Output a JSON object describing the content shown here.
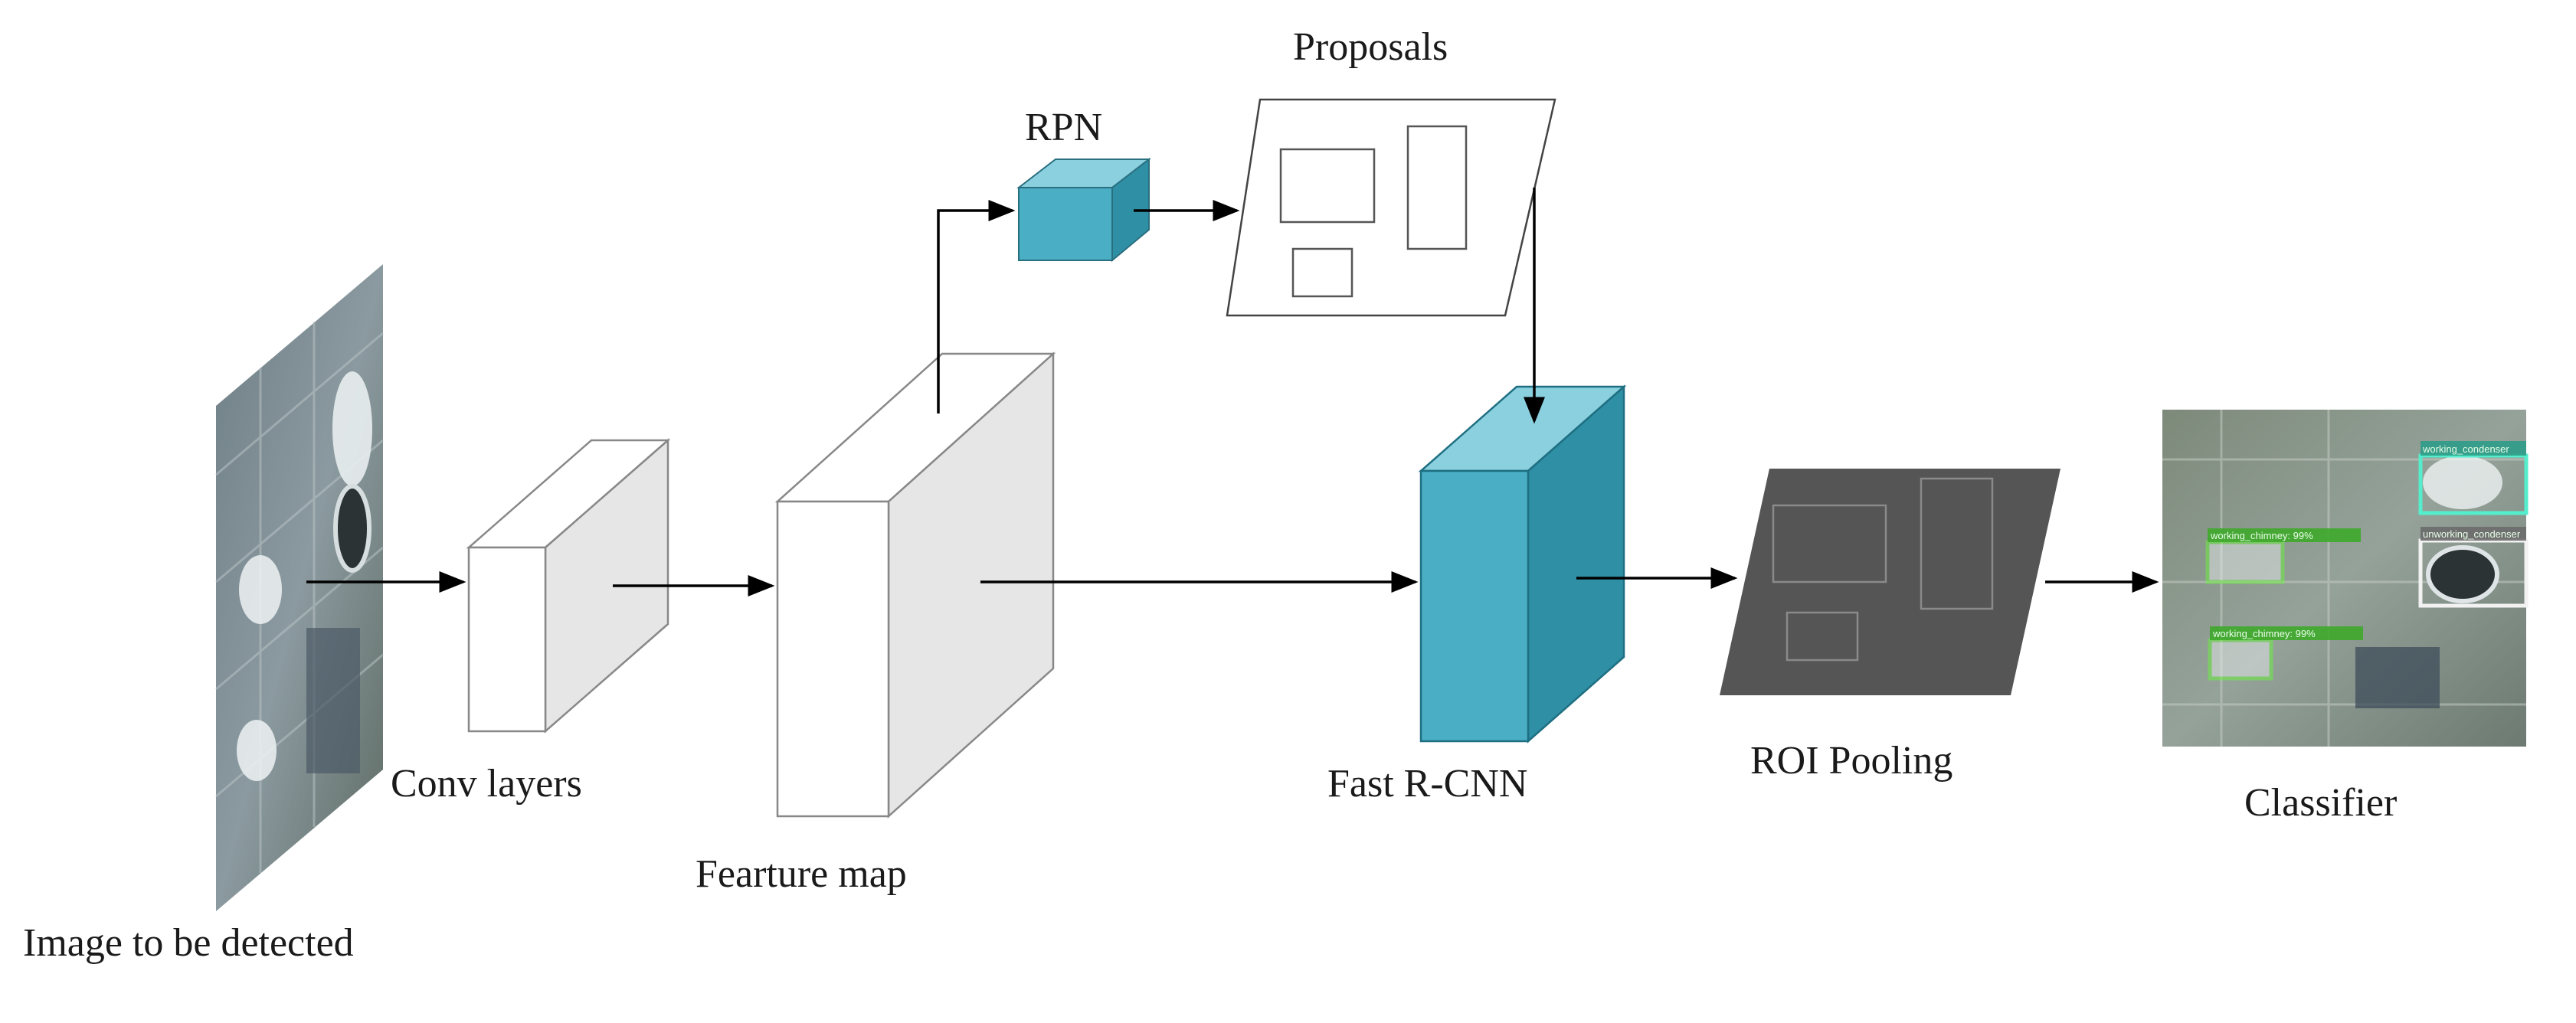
{
  "labels": {
    "input": "Image to be detected",
    "conv": "Conv layers",
    "feature_map": "Fearture map",
    "rpn": "RPN",
    "proposals": "Proposals",
    "fast_rcnn": "Fast R-CNN",
    "roi_pooling": "ROI Pooling",
    "classifier": "Classifier"
  },
  "detections": {
    "chimney_1": "working_chimney: 99%",
    "chimney_2": "working_chimney: 99%",
    "condenser_1": "working_condenser",
    "condenser_2": "unworking_condenser"
  },
  "colors": {
    "teal_front": "#4aaec4",
    "teal_side": "#2f8fa5",
    "teal_top": "#8ad0df",
    "roi_fill": "#555555",
    "feature_side": "#e6e6e6",
    "detect_green": "#66ff33",
    "detect_cyan": "#55eecc"
  }
}
